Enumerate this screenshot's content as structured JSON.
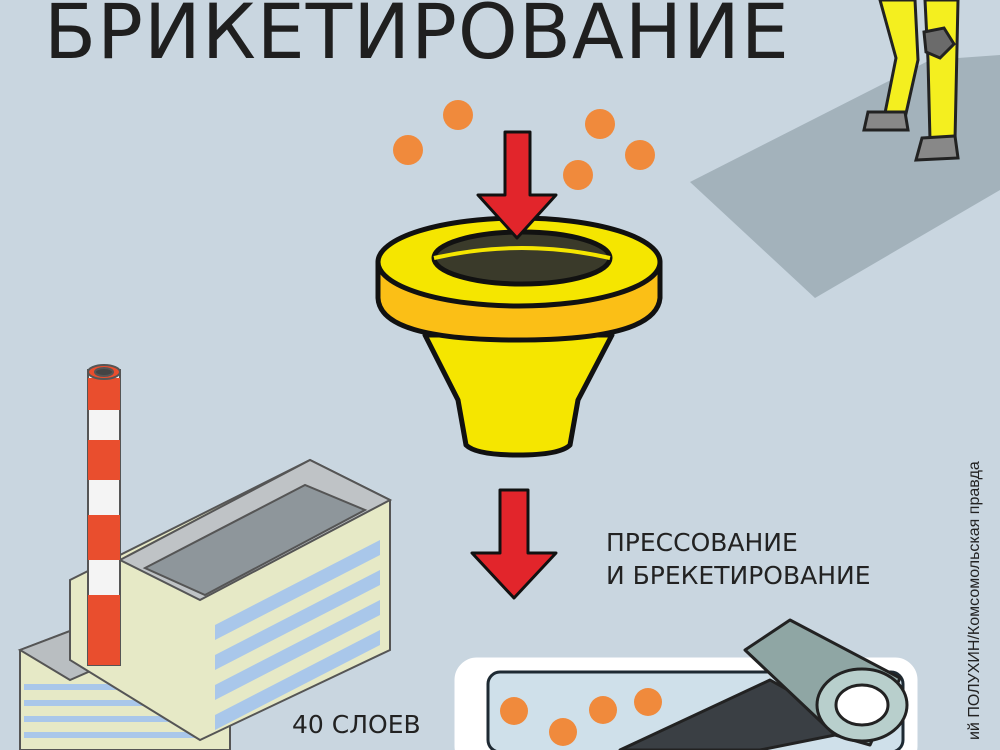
{
  "title": "БРИКЕТИРОВАНИЕ",
  "press_label": {
    "line1": "ПРЕССОВАНИЕ",
    "line2": "И БРЕКЕТИРОВАНИЕ"
  },
  "layers_label": "40 СЛОЕВ",
  "credit": "ий ПОЛУХИН/Комсомольская правда",
  "colors": {
    "background": "#c9d6e0",
    "arrow": "#e2252b",
    "funnel_yellow": "#f5e600",
    "funnel_orange": "#fbbf16",
    "pellet": "#f08a3c",
    "worker_suit": "#f4ef1f",
    "chimney_red": "#e94e2e"
  },
  "icons": [
    "down-arrow-icon",
    "funnel-icon",
    "factory-icon",
    "roller-icon",
    "worker-icon",
    "pellet-icon"
  ]
}
